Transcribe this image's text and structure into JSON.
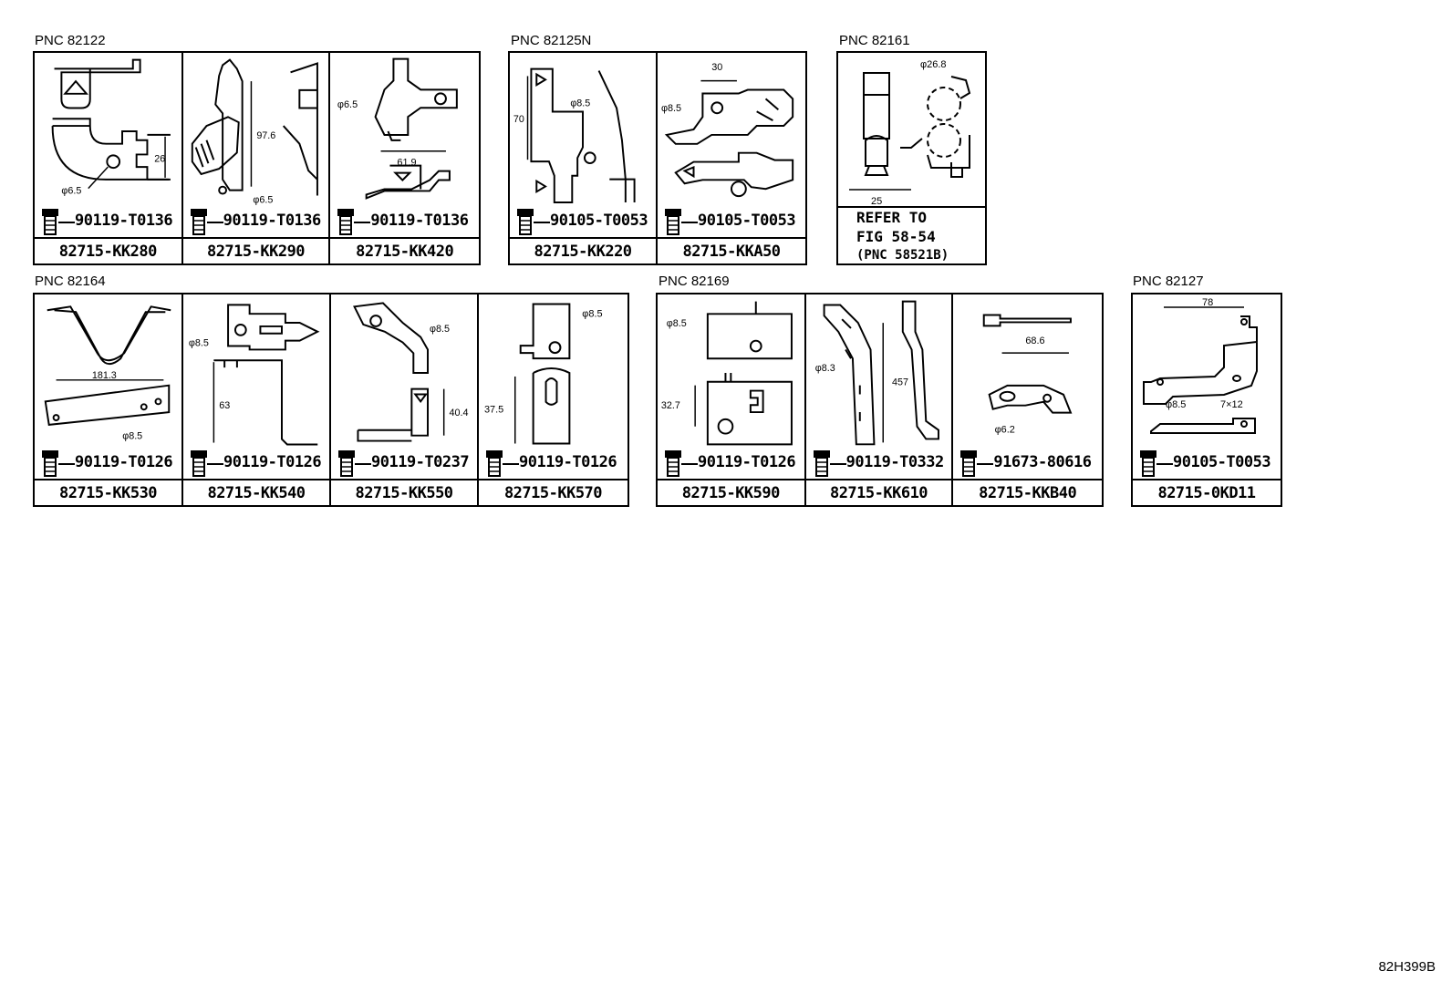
{
  "groups": [
    {
      "pnc": "PNC 82122",
      "cells": [
        {
          "bolt": "90119-T0136",
          "part": "82715-KK280",
          "dims": [
            "26",
            "φ6.5"
          ]
        },
        {
          "bolt": "90119-T0136",
          "part": "82715-KK290",
          "dims": [
            "97.6",
            "φ6.5"
          ]
        },
        {
          "bolt": "90119-T0136",
          "part": "82715-KK420",
          "dims": [
            "φ6.5",
            "61.9"
          ]
        }
      ]
    },
    {
      "pnc": "PNC 82125N",
      "cells": [
        {
          "bolt": "90105-T0053",
          "part": "82715-KK220",
          "dims": [
            "70",
            "φ8.5"
          ]
        },
        {
          "bolt": "90105-T0053",
          "part": "82715-KKA50",
          "dims": [
            "30",
            "φ8.5"
          ]
        }
      ]
    },
    {
      "pnc": "PNC 82161",
      "cells": [
        {
          "dims": [
            "φ26.8",
            "25"
          ],
          "refer": [
            "REFER TO",
            "FIG 58-54",
            "(PNC 58521B)"
          ]
        }
      ]
    },
    {
      "pnc": "PNC 82164",
      "cells": [
        {
          "bolt": "90119-T0126",
          "part": "82715-KK530",
          "dims": [
            "181.3",
            "φ8.5"
          ]
        },
        {
          "bolt": "90119-T0126",
          "part": "82715-KK540",
          "dims": [
            "φ8.5",
            "63"
          ]
        },
        {
          "bolt": "90119-T0237",
          "part": "82715-KK550",
          "dims": [
            "φ8.5",
            "40.4"
          ]
        },
        {
          "bolt": "90119-T0126",
          "part": "82715-KK570",
          "dims": [
            "φ8.5",
            "37.5"
          ]
        }
      ]
    },
    {
      "pnc": "PNC 82169",
      "cells": [
        {
          "bolt": "90119-T0126",
          "part": "82715-KK590",
          "dims": [
            "φ8.5",
            "32.7"
          ]
        },
        {
          "bolt": "90119-T0332",
          "part": "82715-KK610",
          "dims": [
            "φ8.3",
            "457"
          ]
        },
        {
          "bolt": "91673-80616",
          "part": "82715-KKB40",
          "dims": [
            "68.6",
            "φ6.2"
          ]
        }
      ]
    },
    {
      "pnc": "PNC 82127",
      "cells": [
        {
          "bolt": "90105-T0053",
          "part": "82715-0KD11",
          "dims": [
            "78",
            "φ8.5",
            "7×12"
          ]
        }
      ]
    }
  ],
  "figure_code": "82H399B"
}
